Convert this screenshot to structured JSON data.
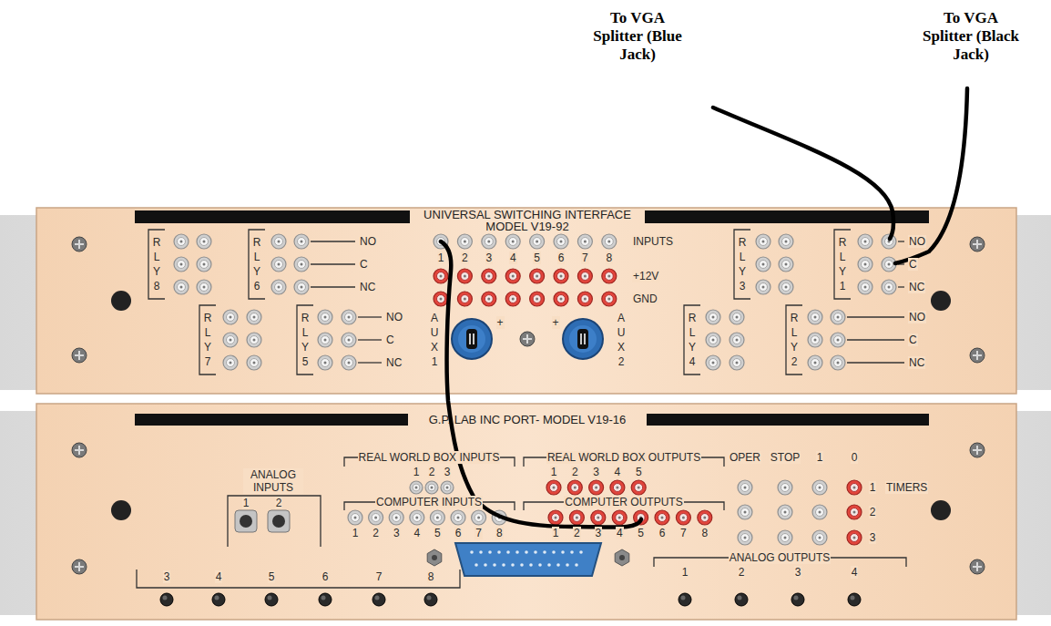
{
  "diagram": {
    "nodes": [
      {
        "text": [
          "UNIVERSAL SWITCHING INTERFACE MODEL V19-92"
        ]
      },
      {
        "text": [
          "G.P. LAB INC PORT- MODEL V19-16"
        ]
      }
    ],
    "labels": [
      "To VGA Splitter (Blue Jack)",
      "To VGA Splitter (Black Jack)",
      "R L Y 8",
      "R L Y 6",
      "NO",
      "C",
      "NC",
      "R L Y 7",
      "R L Y 5",
      "NO",
      "C",
      "NC",
      "1",
      "2",
      "3",
      "4",
      "5",
      "6",
      "7",
      "8",
      "INPUTS",
      "+12V",
      "GND",
      "A U X 1",
      "+",
      "+",
      "A U X 2",
      "R L Y 3",
      "R L Y 1",
      "NO",
      "C",
      "NC",
      "R L Y 4",
      "R L Y 2",
      "NO",
      "C",
      "NC",
      "ANALOG INPUTS",
      "1",
      "2",
      "3",
      "4",
      "5",
      "6",
      "7",
      "8",
      "REAL WORLD BOX INPUTS",
      "1",
      "2",
      "3",
      "REAL WORLD BOX OUTPUTS",
      "1",
      "2",
      "3",
      "4",
      "5",
      "OPER",
      "STOP",
      "1",
      "0",
      "1",
      "2",
      "3",
      "TIMERS",
      "COMPUTER INPUTS",
      "1",
      "2",
      "3",
      "4",
      "5",
      "6",
      "7",
      "8",
      "COMPUTER OUTPUTS",
      "1",
      "2",
      "3",
      "4",
      "5",
      "6",
      "7",
      "8",
      "ANALOG OUTPUTS",
      "1",
      "2",
      "3",
      "4"
    ]
  }
}
